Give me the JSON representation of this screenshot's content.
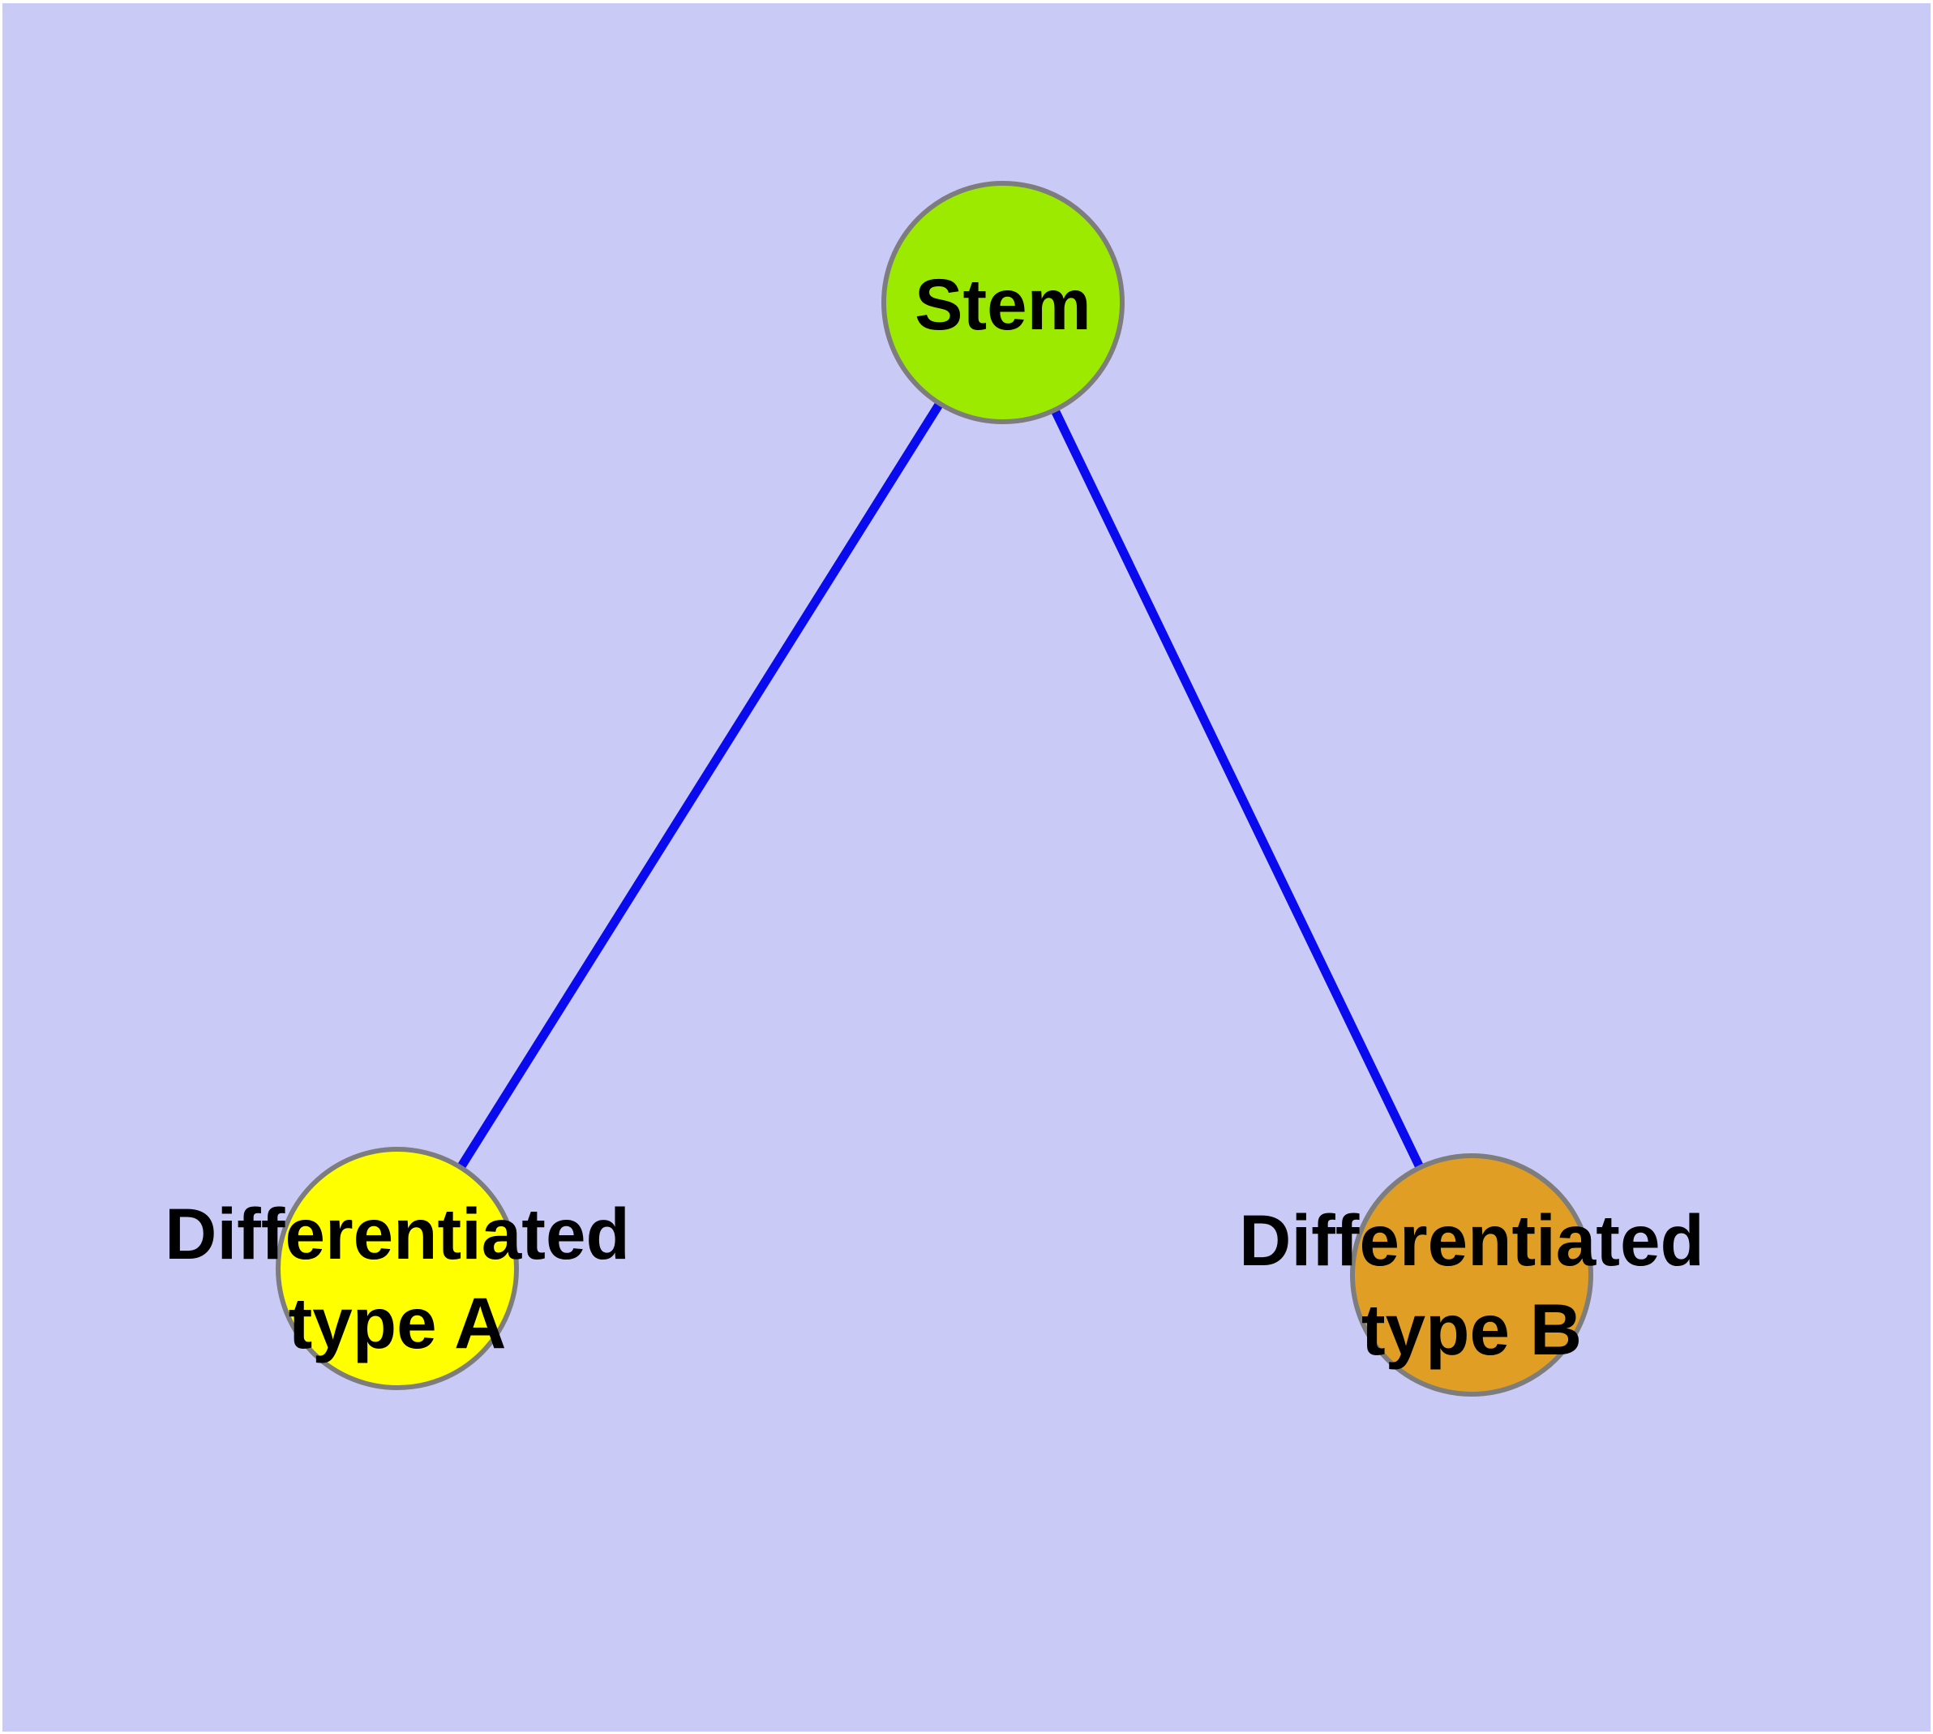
{
  "diagram": {
    "type": "graph",
    "background_color": "#CACAF6",
    "frame_color": "#FFFFFF",
    "edge_color": "#0A0AEE",
    "node_border_color": "#7D7D7D",
    "label_color": "#000000",
    "nodes": [
      {
        "id": "stem",
        "label": "Stem",
        "color": "#9CEA00"
      },
      {
        "id": "differentiated-type-a",
        "label_line1": "Differentiated",
        "label_line2": "type A",
        "color": "#FFFF00"
      },
      {
        "id": "differentiated-type-b",
        "label_line1": "Differentiated",
        "label_line2": "type B",
        "color": "#E19E24"
      }
    ],
    "edges": [
      {
        "from": "Stem",
        "to": "Differentiated type A"
      },
      {
        "from": "Stem",
        "to": "Differentiated type B"
      }
    ]
  }
}
